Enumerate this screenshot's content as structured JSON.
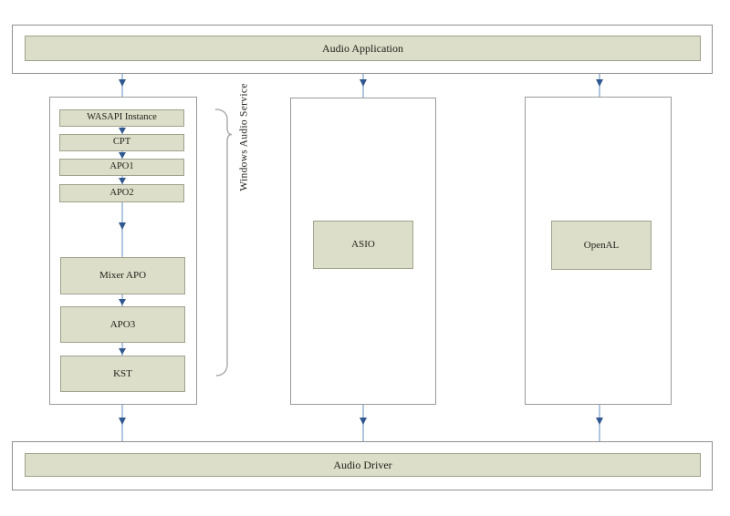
{
  "nodes": {
    "audio_application": "Audio Application",
    "audio_driver": "Audio Driver",
    "wasapi_instance": "WASAPI Instance",
    "cpt": "CPT",
    "apo1": "APO1",
    "apo2": "APO2",
    "mixer_apo": "Mixer APO",
    "apo3": "APO3",
    "kst": "KST",
    "asio": "ASIO",
    "openal": "OpenAL"
  },
  "labels": {
    "windows_audio_service": "Windows Audio Service"
  },
  "colors": {
    "box-fill": "#dcdec9",
    "box-border": "#9fa28c",
    "outer-border": "#8f8f8f",
    "column-border": "#9a9a9a",
    "arrow-line": "#7ba0cc",
    "arrow-head": "#31588e",
    "brace-color": "#a8a8a8",
    "text-color": "#23231c",
    "page-bg": "#ffffff"
  }
}
